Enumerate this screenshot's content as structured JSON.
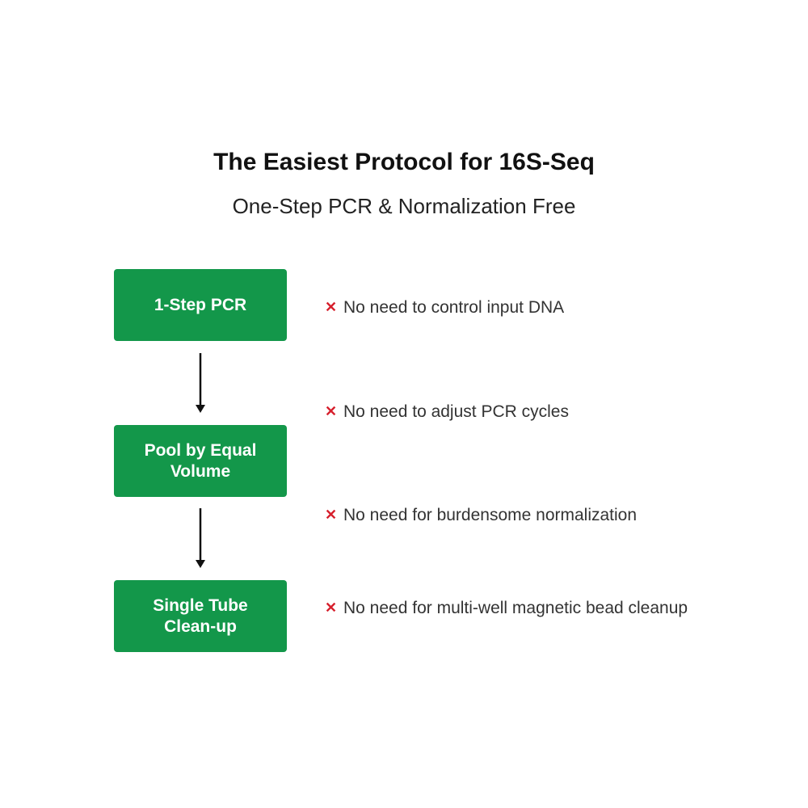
{
  "title": "The Easiest Protocol for 16S-Seq",
  "subtitle": "One-Step PCR & Normalization Free",
  "steps": [
    "1-Step PCR",
    "Pool by Equal Volume",
    "Single Tube Clean-up"
  ],
  "notes": [
    "No need to control input DNA",
    "No need to adjust PCR cycles",
    "No need for burdensome normalization",
    "No need for multi-well magnetic bead cleanup"
  ],
  "colors": {
    "box": "#13974a",
    "x": "#d61f2c"
  }
}
